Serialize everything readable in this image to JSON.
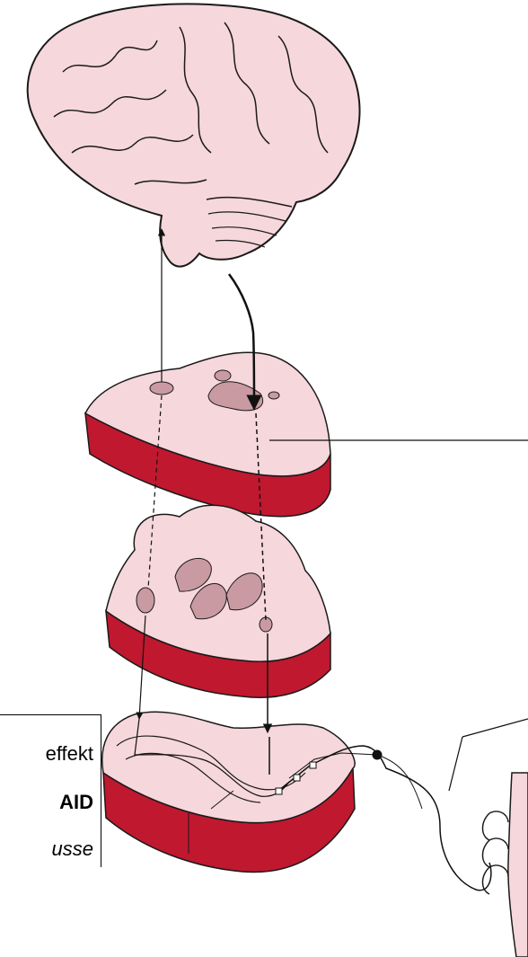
{
  "callout": {
    "line1": "effekt",
    "line2": "AID",
    "line3": "usse"
  },
  "colors": {
    "tissue": "#f6d7dc",
    "cut_side": "#c0182f",
    "grey_matter": "#c99aa2",
    "outline": "#1a1a1a"
  },
  "icons": [
    "brain-icon",
    "spinal-cord-section-icon",
    "muscle-tissue-icon",
    "nerve-pathway-arrow-icon"
  ]
}
